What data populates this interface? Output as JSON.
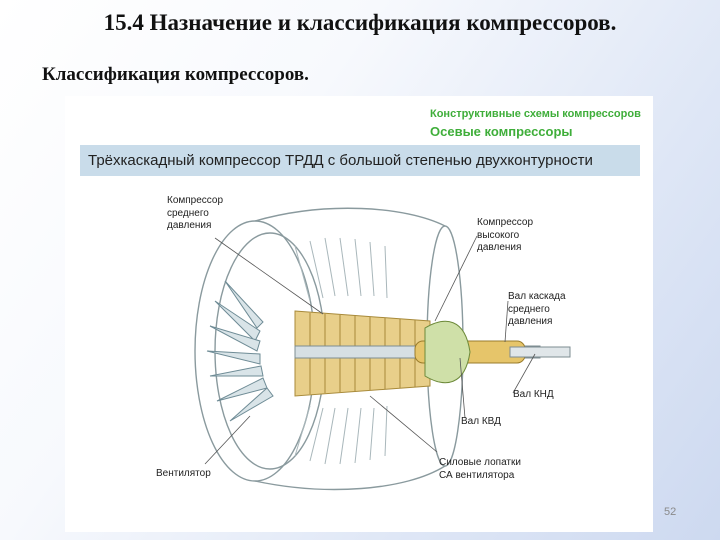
{
  "slide": {
    "title": "15.4 Назначение и классификация компрессоров.",
    "subtitle": "Классификация компрессоров.",
    "page_number": "52"
  },
  "figure": {
    "heading_1": "Конструктивные схемы компрессоров",
    "heading_2": "Осевые компрессоры",
    "banner": "Трёхкаскадный компрессор ТРДД с большой степенью двухконтурности",
    "callouts": {
      "mid_pressure_compressor": "Компрессор\nсреднего\nдавления",
      "high_pressure_compressor": "Компрессор\nвысокого\nдавления",
      "mid_spool_shaft": "Вал каскада\nсреднего\nдавления",
      "lp_shaft": "Вал КНД",
      "hp_shaft": "Вал КВД",
      "fan": "Вентилятор",
      "fan_stator_vanes": "Силовые лопатки\nСА вентилятора"
    }
  }
}
